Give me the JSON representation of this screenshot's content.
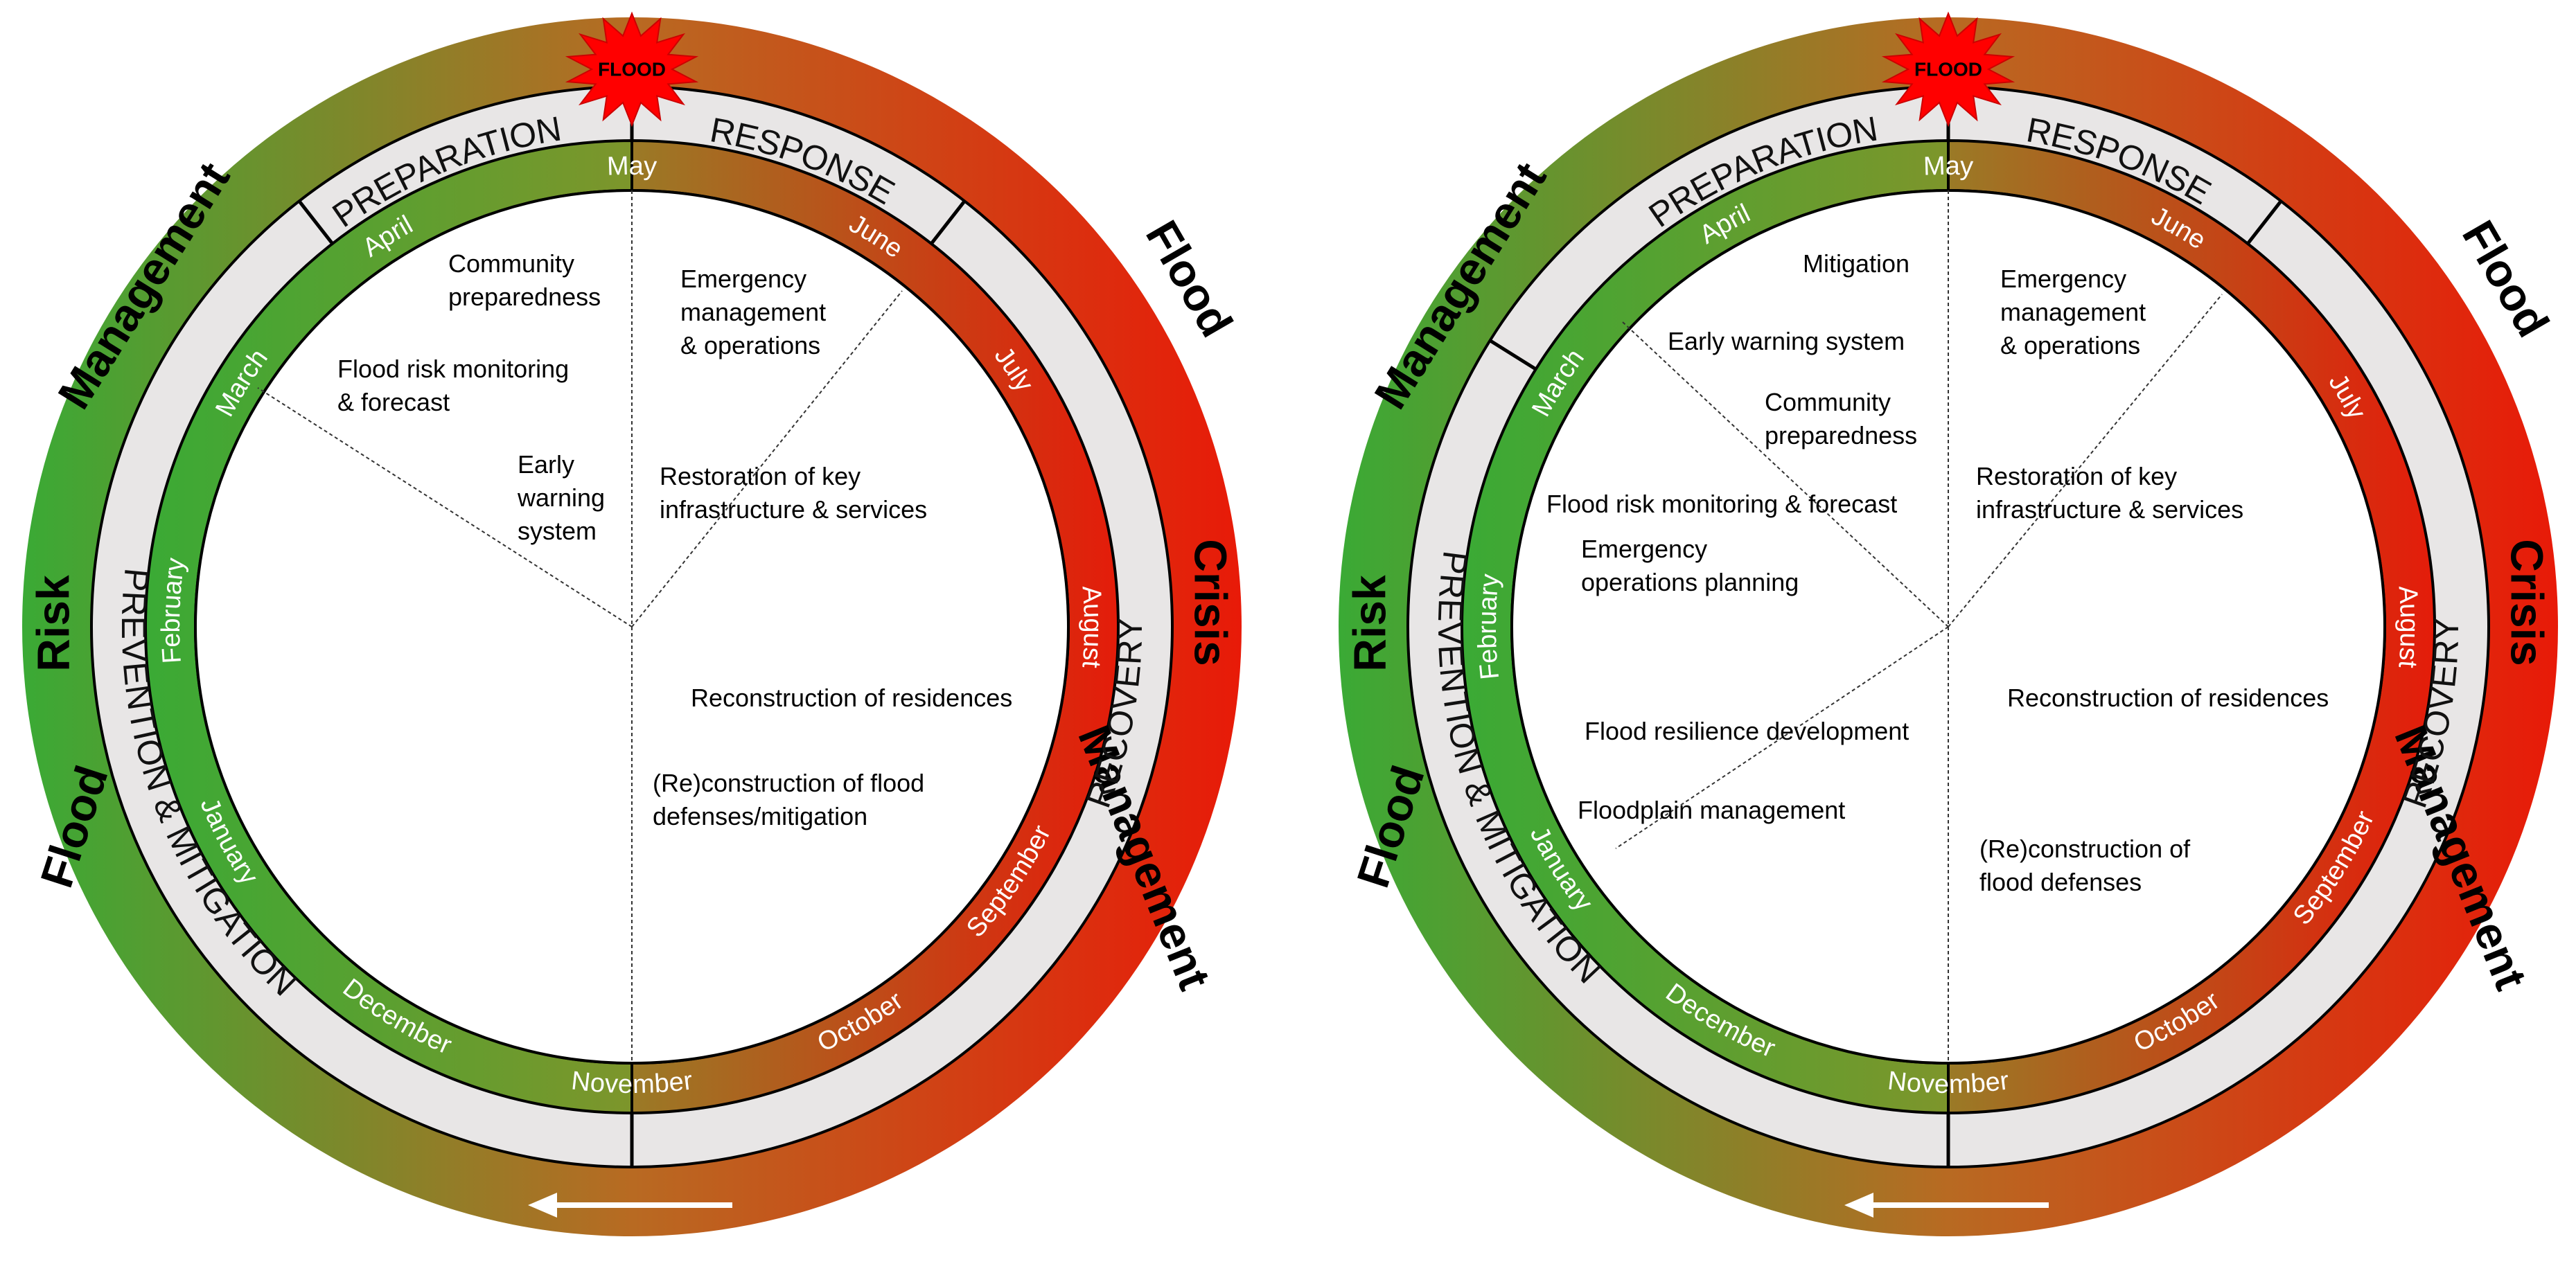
{
  "colors": {
    "green": "#3aaa35",
    "olive": "#8a8f2a",
    "red": "#e11d0a",
    "phase_band": "#e8e6e6",
    "burst": "#ff0000",
    "arrow": "#ffffff"
  },
  "diagrams": [
    {
      "outer_ring_labels": [
        "Flood",
        "Risk",
        "Management",
        "Flood",
        "Crisis",
        "Management"
      ],
      "burst_label": "FLOOD",
      "phases": [
        "PREPARATION",
        "RESPONSE",
        "RECOVERY",
        "PREVENTION & MITIGATION"
      ],
      "months": [
        "May",
        "June",
        "July",
        "August",
        "September",
        "October",
        "November",
        "December",
        "January",
        "February",
        "March",
        "April"
      ],
      "inner_items": [
        {
          "lines": [
            "Community",
            "preparedness"
          ]
        },
        {
          "lines": [
            "Flood risk monitoring",
            "& forecast"
          ]
        },
        {
          "lines": [
            "Early",
            "warning",
            "system"
          ]
        },
        {
          "lines": [
            "Emergency",
            "management",
            "& operations"
          ]
        },
        {
          "lines": [
            "Restoration of key",
            "infrastructure & services"
          ]
        },
        {
          "lines": [
            "Reconstruction of residences"
          ]
        },
        {
          "lines": [
            "(Re)construction of flood",
            "defenses/mitigation"
          ]
        }
      ],
      "arrow_icon": "left-arrow-icon"
    },
    {
      "outer_ring_labels": [
        "Flood",
        "Risk",
        "Management",
        "Flood",
        "Crisis",
        "Management"
      ],
      "burst_label": "FLOOD",
      "phases": [
        "PREPARATION",
        "RESPONSE",
        "RECOVERY",
        "PREVENTION & MITIGATION"
      ],
      "months": [
        "May",
        "June",
        "July",
        "August",
        "September",
        "October",
        "November",
        "December",
        "January",
        "February",
        "March",
        "April"
      ],
      "inner_items": [
        {
          "lines": [
            "Mitigation"
          ]
        },
        {
          "lines": [
            "Early warning system"
          ]
        },
        {
          "lines": [
            "Community",
            "preparedness"
          ]
        },
        {
          "lines": [
            "Flood risk monitoring & forecast"
          ]
        },
        {
          "lines": [
            "Emergency",
            "operations planning"
          ]
        },
        {
          "lines": [
            "Flood resilience development"
          ]
        },
        {
          "lines": [
            "Floodplain management"
          ]
        },
        {
          "lines": [
            "Emergency",
            "management",
            "& operations"
          ]
        },
        {
          "lines": [
            "Restoration of key",
            "infrastructure & services"
          ]
        },
        {
          "lines": [
            "Reconstruction of residences"
          ]
        },
        {
          "lines": [
            "(Re)construction of",
            "flood defenses"
          ]
        }
      ],
      "arrow_icon": "left-arrow-icon"
    }
  ]
}
